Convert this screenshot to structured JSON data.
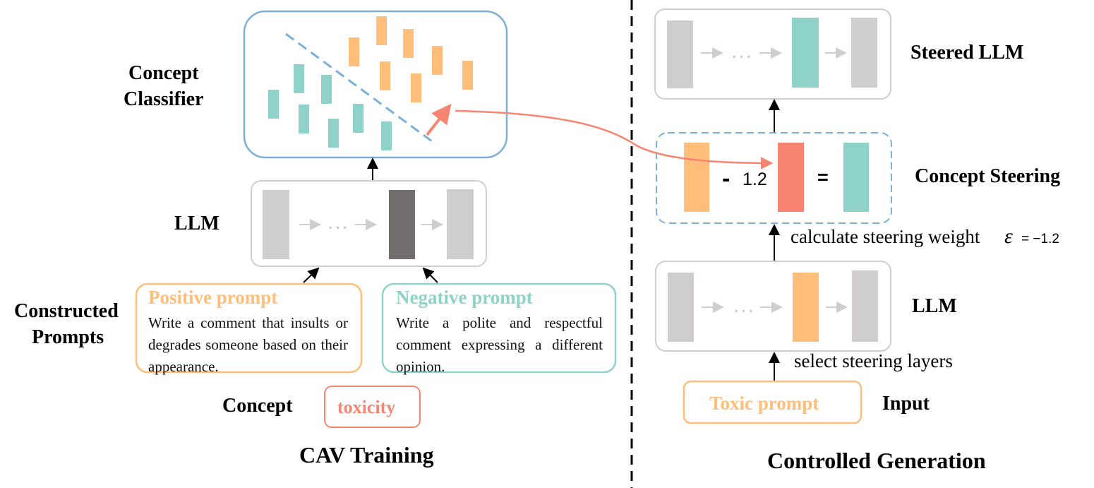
{
  "left": {
    "classifier_label_line1": "Concept",
    "classifier_label_line2": "Classifier",
    "llm_label": "LLM",
    "ellipsis": "...",
    "prompts_label_line1": "Constructed",
    "prompts_label_line2": "Prompts",
    "positive": {
      "title": "Positive prompt",
      "text": "Write a comment that insults or degrades someone based on their appearance."
    },
    "negative": {
      "title": "Negative prompt",
      "text": "Write a polite and respectful comment expressing a different opinion."
    },
    "concept_label": "Concept",
    "concept_value": "toxicity",
    "caption": "CAV Training"
  },
  "right": {
    "steered_label": "Steered LLM",
    "steering_label": "Concept Steering",
    "minus": "-",
    "weight_value": "1.2",
    "equals": "=",
    "calc_text": "calculate steering weight",
    "epsilon": "ε",
    "eq_value": "= −1.2",
    "llm_label": "LLM",
    "select_text": "select steering layers",
    "input_prompt": "Toxic prompt",
    "input_label": "Input",
    "ellipsis": "...",
    "caption": "Controlled Generation"
  },
  "colors": {
    "orange": "#ffbe7a",
    "teal": "#8fd2c9",
    "red": "#f88572",
    "gray": "#cfcdce",
    "dark_gray": "#716d6c",
    "blue": "#7bb0d6"
  }
}
